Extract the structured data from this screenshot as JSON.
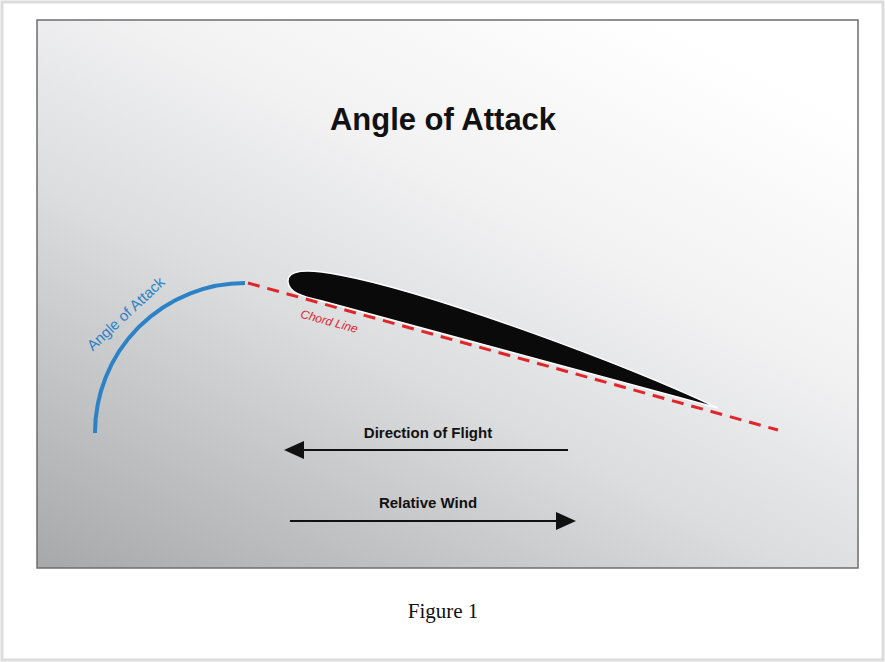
{
  "diagram": {
    "title": "Angle of Attack",
    "caption": "Figure 1",
    "labels": [
      "Angle of Attack",
      "Chord Line",
      "Direction of Flight",
      "Relative Wind"
    ]
  }
}
